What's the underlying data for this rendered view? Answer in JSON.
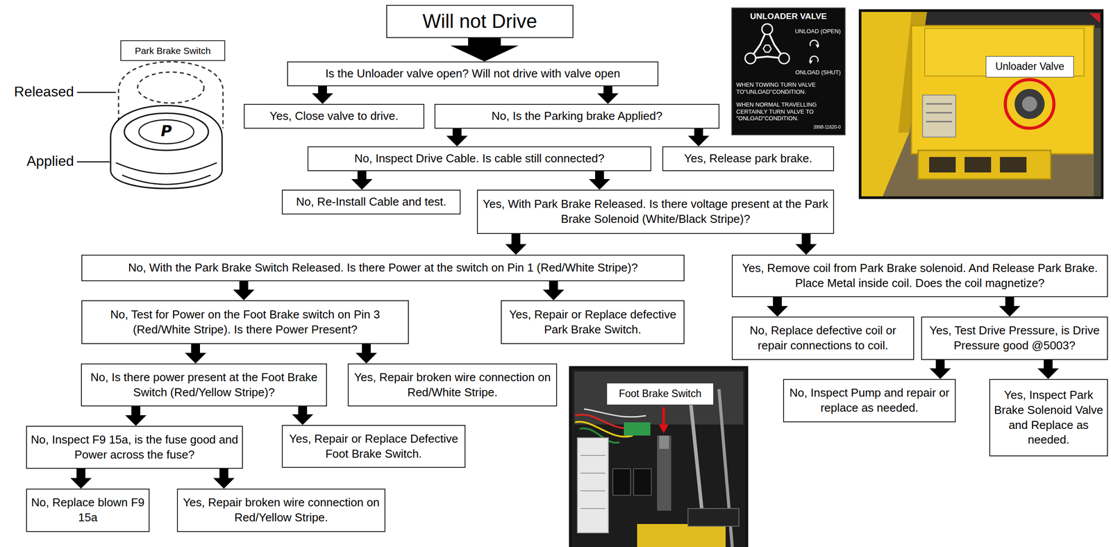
{
  "diagram": {
    "nodes": [
      {
        "text": [
          "Will not Drive"
        ]
      },
      {
        "text": [
          "Is the Unloader valve open? Will not drive with valve open"
        ]
      },
      {
        "text": [
          "Yes, Close valve to drive."
        ]
      },
      {
        "text": [
          "No, Is the Parking brake Applied?"
        ]
      },
      {
        "text": [
          "No, Inspect Drive Cable. Is cable still connected?"
        ]
      },
      {
        "text": [
          "Yes, Release park brake."
        ]
      },
      {
        "text": [
          "No, Re-Install Cable and test."
        ]
      },
      {
        "text": [
          "Yes, With Park Brake Released. Is there voltage present at the Park Brake Solenoid (White/Black Stripe)?"
        ]
      },
      {
        "text": [
          "No, With the Park Brake Switch Released. Is there Power at the switch on Pin 1 (Red/White Stripe)?"
        ]
      },
      {
        "text": [
          "Yes, Remove coil from Park Brake solenoid. And Release Park Brake. Place Metal inside coil. Does the coil magnetize?"
        ]
      },
      {
        "text": [
          "No, Test for Power on the Foot Brake switch on Pin 3 (Red/White Stripe). Is there Power Present?"
        ]
      },
      {
        "text": [
          "Yes, Repair or Replace defective Park Brake Switch."
        ]
      },
      {
        "text": [
          "No, Replace defective coil or repair connections to coil."
        ]
      },
      {
        "text": [
          "Yes, Test Drive Pressure, is Drive Pressure good @5003?"
        ]
      },
      {
        "text": [
          "No, Is there power present at the Foot Brake Switch (Red/Yellow Stripe)?"
        ]
      },
      {
        "text": [
          "Yes, Repair broken wire connection on Red/White Stripe."
        ]
      },
      {
        "text": [
          "No, Inspect Pump and repair or replace as needed."
        ]
      },
      {
        "text": [
          "Yes, Inspect Park Brake Solenoid Valve and Replace as needed."
        ]
      },
      {
        "text": [
          "No, Inspect F9 15a, is the fuse good and Power across the fuse?"
        ]
      },
      {
        "text": [
          "Yes, Repair or Replace Defective Foot Brake Switch."
        ]
      },
      {
        "text": [
          "No, Replace blown F9 15a"
        ]
      },
      {
        "text": [
          "Yes, Repair broken wire connection on Red/Yellow Stripe."
        ]
      },
      {
        "text": [
          "Park Brake Switch"
        ]
      },
      {
        "text": [
          "UNLOADER VALVE",
          "UNLOAD (OPEN)",
          "ONLOAD (SHUT)",
          "WHEN TOWING TURN VALVE TO\"UNLOAD\"CONDITION.",
          "WHEN NORMAL TRAVELLING CERTAINLY TURN VALVE TO \"ONLOAD\"CONDITION.",
          "3998-11620-0"
        ]
      },
      {
        "text": [
          "Unloader Valve"
        ]
      },
      {
        "text": [
          "Foot Brake Switch"
        ]
      }
    ],
    "edges": [
      {
        "from": 0,
        "to": 1,
        "arrow": "to"
      },
      {
        "from": 1,
        "to": 2,
        "arrow": "to"
      },
      {
        "from": 1,
        "to": 3,
        "arrow": "to"
      },
      {
        "from": 3,
        "to": 4,
        "arrow": "to"
      },
      {
        "from": 3,
        "to": 5,
        "arrow": "to"
      },
      {
        "from": 4,
        "to": 6,
        "arrow": "to"
      },
      {
        "from": 4,
        "to": 7,
        "arrow": "to"
      },
      {
        "from": 7,
        "to": 8,
        "arrow": "to"
      },
      {
        "from": 7,
        "to": 9,
        "arrow": "to"
      },
      {
        "from": 8,
        "to": 10,
        "arrow": "to"
      },
      {
        "from": 8,
        "to": 11,
        "arrow": "to"
      },
      {
        "from": 10,
        "to": 14,
        "arrow": "to"
      },
      {
        "from": 10,
        "to": 15,
        "arrow": "to"
      },
      {
        "from": 14,
        "to": 18,
        "arrow": "to"
      },
      {
        "from": 14,
        "to": 19,
        "arrow": "to"
      },
      {
        "from": 18,
        "to": 20,
        "arrow": "to"
      },
      {
        "from": 18,
        "to": 21,
        "arrow": "to"
      },
      {
        "from": 9,
        "to": 12,
        "arrow": "to"
      },
      {
        "from": 9,
        "to": 13,
        "arrow": "to"
      },
      {
        "from": 13,
        "to": 16,
        "arrow": "to"
      },
      {
        "from": 13,
        "to": 17,
        "arrow": "to"
      }
    ],
    "labels": [
      "Released",
      "Applied",
      "P"
    ]
  }
}
